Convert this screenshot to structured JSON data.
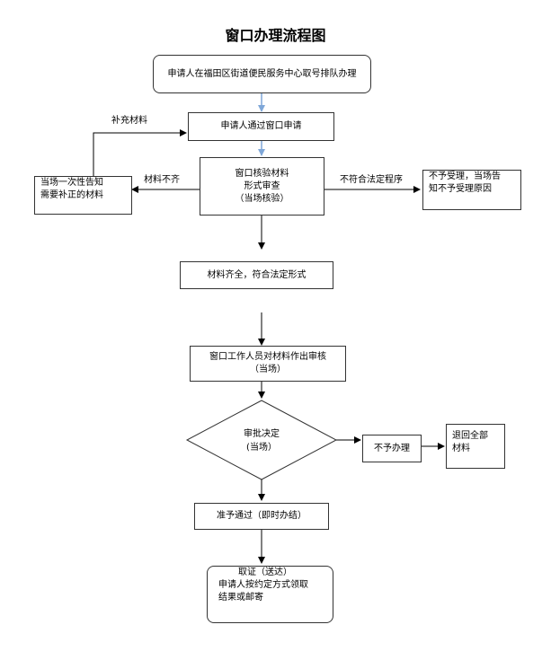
{
  "title": "窗口办理流程图",
  "nodes": {
    "queue": "申请人在福田区街道便民服务中心取号排队办理",
    "apply": "申请人通过窗口申请",
    "check": [
      "窗口核验材料",
      "形式审查",
      "（当场核验）"
    ],
    "notify": [
      "当场一次性告知",
      "需要补正的材料"
    ],
    "reject_accept": [
      "不予受理，当场告",
      "知不予受理原因"
    ],
    "complete": "材料齐全，符合法定形式",
    "review": [
      "窗口工作人员对材料作出审核",
      "（当场）"
    ],
    "decision": [
      "审批决定",
      "(当场）"
    ],
    "reject_handle": "不予办理",
    "return": [
      "退回全部",
      "材料"
    ],
    "approve": "准予通过（即时办结）",
    "collect": [
      "取证（送达）",
      "申请人按约定方式领取",
      "结果或邮寄"
    ]
  },
  "edge_labels": {
    "supplement": "补充材料",
    "incomplete": "材料不齐",
    "not_legal": "不符合法定程序"
  }
}
